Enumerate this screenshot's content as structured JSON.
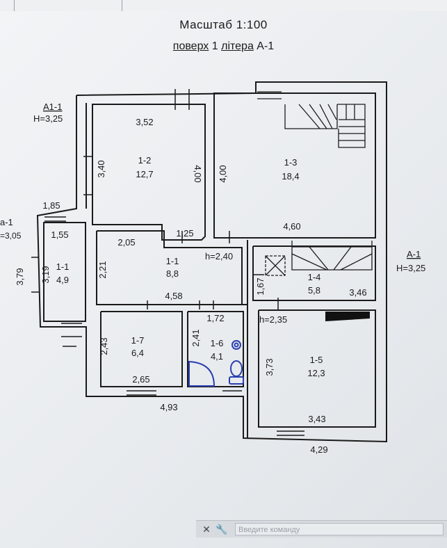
{
  "header": {
    "scale": "Масштаб 1:100",
    "floor_word": "поверх",
    "floor_num": "1",
    "litera_word": "літера",
    "litera_val": "А-1"
  },
  "blocks": {
    "a1_1_name": "А1-1",
    "a1_1_h": "Н=3,25",
    "a_1_name": "А-1",
    "a_1_h": "Н=3,25",
    "left_name": "а-1",
    "left_h": "=3,05"
  },
  "rooms": [
    {
      "id": "1-1",
      "area": "8,8"
    },
    {
      "id": "1-2",
      "area": "12,7"
    },
    {
      "id": "1-3",
      "area": "18,4"
    },
    {
      "id": "1-4",
      "area": "5,8"
    },
    {
      "id": "1-5",
      "area": "12,3"
    },
    {
      "id": "1-6",
      "area": "4,1"
    },
    {
      "id": "1-7",
      "area": "6,4"
    },
    {
      "id": "1-1",
      "area": "4,9"
    }
  ],
  "dims": {
    "d352": "3,52",
    "d340": "3,40",
    "d400a": "4,00",
    "d400b": "4,00",
    "d185": "1,85",
    "d155": "1,55",
    "d205": "2,05",
    "d125": "1,25",
    "d460": "4,60",
    "h240": "h=2,40",
    "d379": "3,79",
    "d319": "3,19",
    "d221": "2,21",
    "d167": "1,67",
    "d346": "3,46",
    "d458": "4,58",
    "d172": "1,72",
    "h235": "h=2,35",
    "d241": "2,41",
    "d243": "2,43",
    "d373": "3,73",
    "d265": "2,65",
    "d343": "3,43",
    "d493": "4,93",
    "d429": "4,29"
  },
  "command_line": {
    "placeholder": "Введите команду"
  }
}
